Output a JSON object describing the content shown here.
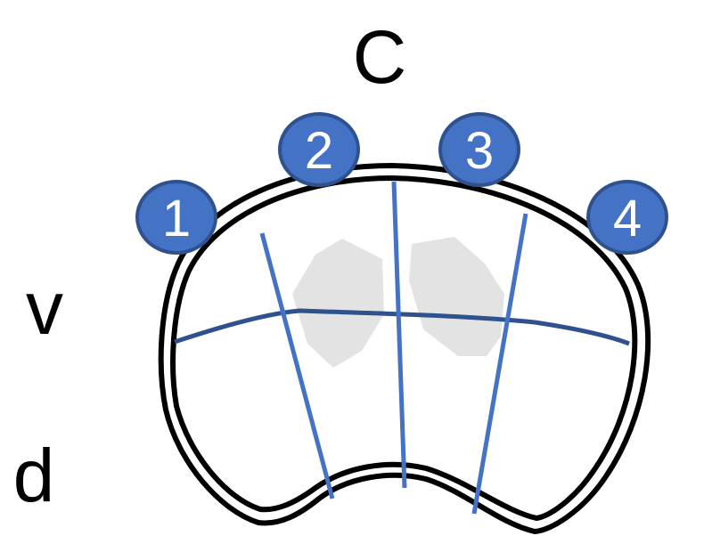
{
  "labels": {
    "top": "C",
    "middle_left": "v",
    "bottom_left": "d"
  },
  "markers": [
    {
      "number": "1"
    },
    {
      "number": "2"
    },
    {
      "number": "3"
    },
    {
      "number": "4"
    }
  ],
  "colors": {
    "outline": "#000000",
    "marker_fill": "#4472c4",
    "marker_stroke": "#2f528f",
    "marker_text": "#ffffff",
    "section_line": "#4472c4",
    "horizontal_line": "#2f528f",
    "shaded_region": "#e3e3e3"
  }
}
